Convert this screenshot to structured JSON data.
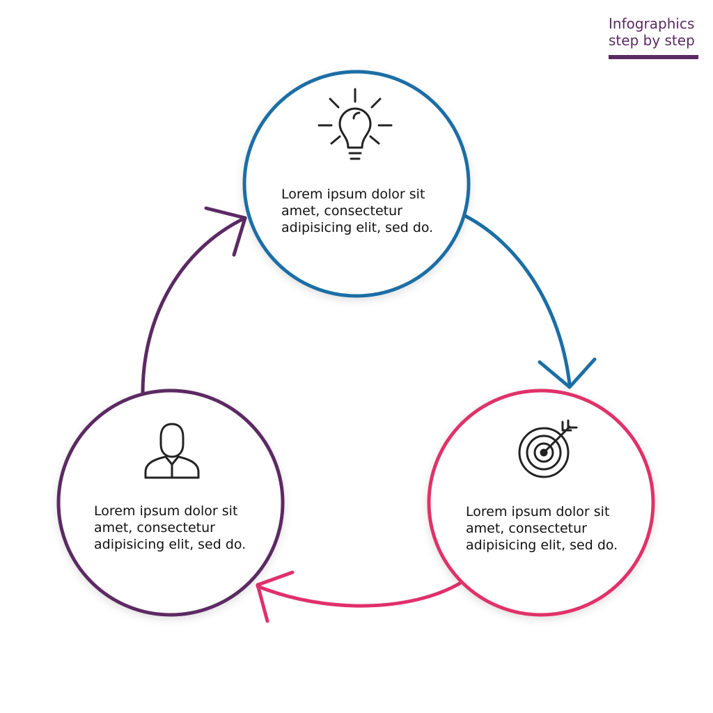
{
  "header": {
    "title_line1": "Infographics",
    "title_line2": "step by step",
    "accent": "#5b2a63"
  },
  "steps": [
    {
      "icon": "lightbulb-icon",
      "color": "#1b6ea5",
      "text": {
        "line1": "Lorem ipsum dolor sit",
        "line2": "amet, consectetur",
        "line3": "adipisicing elit, sed do."
      }
    },
    {
      "icon": "target-icon",
      "color": "#e0306b",
      "text": {
        "line1": "Lorem ipsum dolor sit",
        "line2": "amet, consectetur",
        "line3": "adipisicing elit, sed do."
      }
    },
    {
      "icon": "person-icon",
      "color": "#5b2a63",
      "text": {
        "line1": "Lorem ipsum dolor sit",
        "line2": "amet, consectetur",
        "line3": "adipisicing elit, sed do."
      }
    }
  ]
}
